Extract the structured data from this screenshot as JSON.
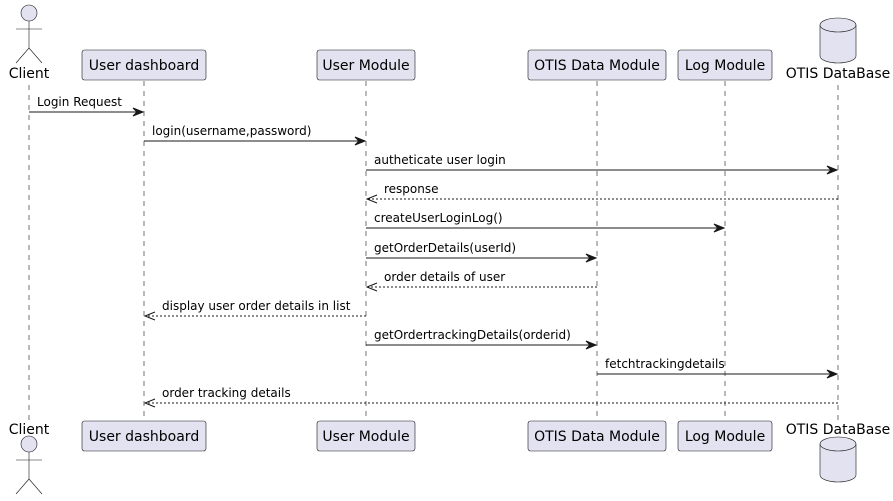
{
  "participants": [
    {
      "id": "client",
      "label": "Client",
      "kind": "actor"
    },
    {
      "id": "dashboard",
      "label": "User dashboard",
      "kind": "participant"
    },
    {
      "id": "usermodule",
      "label": "User Module",
      "kind": "participant"
    },
    {
      "id": "otisdata",
      "label": "OTIS Data Module",
      "kind": "participant"
    },
    {
      "id": "logmodule",
      "label": "Log Module",
      "kind": "participant"
    },
    {
      "id": "otisdb",
      "label": "OTIS DataBase",
      "kind": "database"
    }
  ],
  "messages": [
    {
      "from": "client",
      "to": "dashboard",
      "label": "Login Request",
      "type": "sync"
    },
    {
      "from": "dashboard",
      "to": "usermodule",
      "label": "login(username,password)",
      "type": "sync"
    },
    {
      "from": "usermodule",
      "to": "otisdb",
      "label": "autheticate user login",
      "type": "sync"
    },
    {
      "from": "otisdb",
      "to": "usermodule",
      "label": "response",
      "type": "return"
    },
    {
      "from": "usermodule",
      "to": "logmodule",
      "label": "createUserLoginLog()",
      "type": "sync"
    },
    {
      "from": "usermodule",
      "to": "otisdata",
      "label": "getOrderDetails(userId)",
      "type": "sync"
    },
    {
      "from": "otisdata",
      "to": "usermodule",
      "label": "order details of user",
      "type": "return"
    },
    {
      "from": "usermodule",
      "to": "dashboard",
      "label": "display user order details in list",
      "type": "return"
    },
    {
      "from": "usermodule",
      "to": "otisdata",
      "label": "getOrdertrackingDetails(orderid)",
      "type": "sync"
    },
    {
      "from": "otisdata",
      "to": "otisdb",
      "label": "fetchtrackingdetails",
      "type": "sync"
    },
    {
      "from": "otisdb",
      "to": "dashboard",
      "label": "order tracking details",
      "type": "return"
    }
  ],
  "colors": {
    "box_fill": "#E2E2F0",
    "box_stroke": "#181818",
    "lifeline": "#181818",
    "arrow": "#181818"
  }
}
